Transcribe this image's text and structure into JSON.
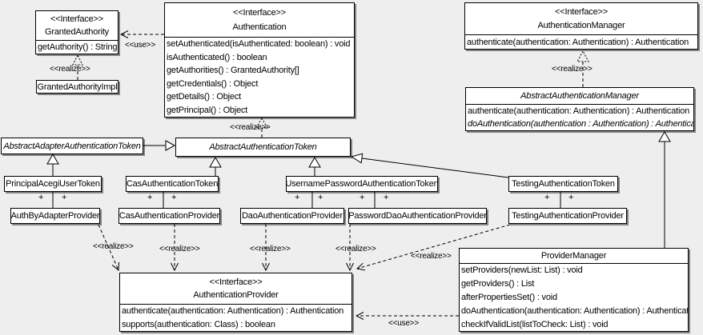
{
  "labels": {
    "realize": "&lt;&lt;realize&gt;&gt;",
    "use": "&lt;&lt;use&gt;&gt;",
    "plus": "+"
  },
  "classes": {
    "granted_authority": {
      "stereotype": "<<Interface>>",
      "name": "GrantedAuthority",
      "methods": [
        "getAuthority() : String"
      ]
    },
    "granted_authority_impl": {
      "name": "GrantedAuthorityImpl"
    },
    "authentication": {
      "stereotype": "<<Interface>>",
      "name": "Authentication",
      "methods": [
        "setAuthenticated(isAuthenticated: boolean) : void",
        "isAuthenticated() : boolean",
        "getAuthorities() : GrantedAuthority[]",
        "getCredentials() : Object",
        "getDetails() : Object",
        "getPrincipal() : Object"
      ]
    },
    "authentication_manager": {
      "stereotype": "<<Interface>>",
      "name": "AuthenticationManager",
      "methods": [
        "authenticate(authentication: Authentication) : Authentication"
      ]
    },
    "abstract_authentication_manager": {
      "name": "AbstractAuthenticationManager",
      "methods": [
        "authenticate(authentication: Authentication) : Authentication",
        "doAuthentication(authentication : Authentication) : Authentication"
      ]
    },
    "abstract_adapter_authentication_token": {
      "name": "AbstractAdapterAuthenticationToken"
    },
    "abstract_authentication_token": {
      "name": "AbstractAuthenticationToken"
    },
    "principal_acegi_user_token": {
      "name": "PrincipalAcegiUserToken"
    },
    "cas_authentication_token": {
      "name": "CasAuthenticationToken"
    },
    "username_password_authentication_token": {
      "name": "UsernamePasswordAuthenticationToken"
    },
    "testing_authentication_token": {
      "name": "TestingAuthenticationToken"
    },
    "auth_by_adapter_provider": {
      "name": "AuthByAdapterProvider"
    },
    "cas_authentication_provider": {
      "name": "CasAuthenticationProvider"
    },
    "dao_authentication_provider": {
      "name": "DaoAuthenticationProvider"
    },
    "password_dao_authentication_provider": {
      "name": "PasswordDaoAuthenticationProvider"
    },
    "testing_authentication_provider": {
      "name": "TestingAuthenticationProvider"
    },
    "authentication_provider": {
      "stereotype": "<<Interface>>",
      "name": "AuthenticationProvider",
      "methods": [
        "authenticate(authentication: Authentication) : Authentication",
        "supports(authentication: Class) : boolean"
      ]
    },
    "provider_manager": {
      "name": "ProviderManager",
      "methods": [
        "setProviders(newList: List) : void",
        "getProviders() : List",
        "afterPropertiesSet() : void",
        "doAuthentication(authentication: Authentication) : Authentication",
        "checkIfValidList(listToCheck: List) : void"
      ]
    }
  }
}
